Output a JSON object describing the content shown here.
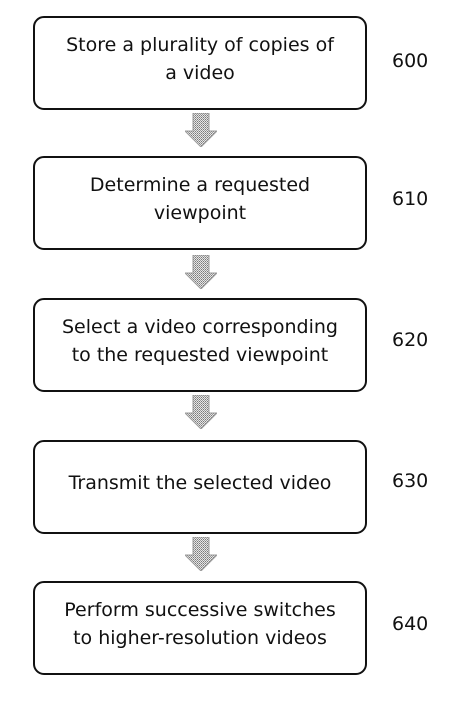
{
  "flowchart": {
    "steps": [
      {
        "text": "Store a plurality of copies of\na video",
        "ref": "600"
      },
      {
        "text": "Determine a requested\nviewpoint",
        "ref": "610"
      },
      {
        "text": "Select a video corresponding\nto the requested viewpoint",
        "ref": "620"
      },
      {
        "text": "Transmit the selected video",
        "ref": "630"
      },
      {
        "text": "Perform successive switches\nto higher-resolution videos",
        "ref": "640"
      }
    ],
    "arrow_color": "#a9a9a9",
    "border_color": "#111111"
  }
}
